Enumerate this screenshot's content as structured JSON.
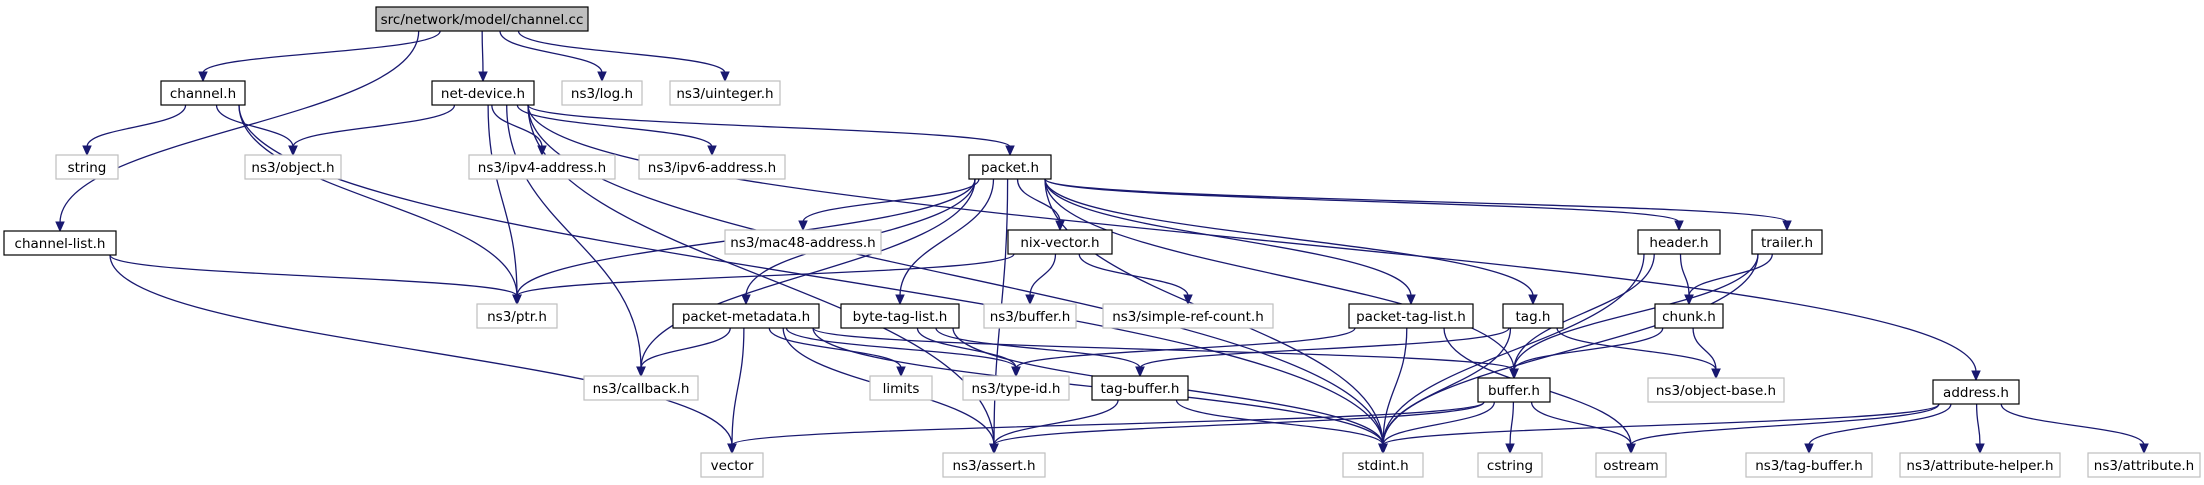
{
  "graph": {
    "nodes": [
      {
        "id": "root",
        "label": "src/network/model/channel.cc",
        "kind": "root"
      },
      {
        "id": "channel_h",
        "label": "channel.h",
        "kind": "internal"
      },
      {
        "id": "net_device_h",
        "label": "net-device.h",
        "kind": "internal"
      },
      {
        "id": "log_h",
        "label": "ns3/log.h",
        "kind": "external"
      },
      {
        "id": "uinteger_h",
        "label": "ns3/uinteger.h",
        "kind": "external"
      },
      {
        "id": "channel_list_h",
        "label": "channel-list.h",
        "kind": "internal"
      },
      {
        "id": "string",
        "label": "string",
        "kind": "external"
      },
      {
        "id": "object_h",
        "label": "ns3/object.h",
        "kind": "external"
      },
      {
        "id": "ipv4_address_h",
        "label": "ns3/ipv4-address.h",
        "kind": "external"
      },
      {
        "id": "ipv6_address_h",
        "label": "ns3/ipv6-address.h",
        "kind": "external"
      },
      {
        "id": "packet_h",
        "label": "packet.h",
        "kind": "internal"
      },
      {
        "id": "mac48_address_h",
        "label": "ns3/mac48-address.h",
        "kind": "external"
      },
      {
        "id": "nix_vector_h",
        "label": "nix-vector.h",
        "kind": "internal"
      },
      {
        "id": "header_h",
        "label": "header.h",
        "kind": "internal"
      },
      {
        "id": "trailer_h",
        "label": "trailer.h",
        "kind": "internal"
      },
      {
        "id": "ptr_h",
        "label": "ns3/ptr.h",
        "kind": "external"
      },
      {
        "id": "packet_metadata_h",
        "label": "packet-metadata.h",
        "kind": "internal"
      },
      {
        "id": "byte_tag_list_h",
        "label": "byte-tag-list.h",
        "kind": "internal"
      },
      {
        "id": "buffer_ns3_h",
        "label": "ns3/buffer.h",
        "kind": "external"
      },
      {
        "id": "simple_ref_count_h",
        "label": "ns3/simple-ref-count.h",
        "kind": "external"
      },
      {
        "id": "packet_tag_list_h",
        "label": "packet-tag-list.h",
        "kind": "internal"
      },
      {
        "id": "tag_h",
        "label": "tag.h",
        "kind": "internal"
      },
      {
        "id": "chunk_h",
        "label": "chunk.h",
        "kind": "internal"
      },
      {
        "id": "address_h",
        "label": "address.h",
        "kind": "internal"
      },
      {
        "id": "callback_h",
        "label": "ns3/callback.h",
        "kind": "external"
      },
      {
        "id": "limits",
        "label": "limits",
        "kind": "external"
      },
      {
        "id": "type_id_h",
        "label": "ns3/type-id.h",
        "kind": "external"
      },
      {
        "id": "tag_buffer_h",
        "label": "tag-buffer.h",
        "kind": "internal"
      },
      {
        "id": "buffer_h",
        "label": "buffer.h",
        "kind": "internal"
      },
      {
        "id": "object_base_h",
        "label": "ns3/object-base.h",
        "kind": "external"
      },
      {
        "id": "vector",
        "label": "vector",
        "kind": "external"
      },
      {
        "id": "assert_h",
        "label": "ns3/assert.h",
        "kind": "external"
      },
      {
        "id": "stdint_h",
        "label": "stdint.h",
        "kind": "external"
      },
      {
        "id": "cstring",
        "label": "cstring",
        "kind": "external"
      },
      {
        "id": "ostream",
        "label": "ostream",
        "kind": "external"
      },
      {
        "id": "tag_buffer_ns3_h",
        "label": "ns3/tag-buffer.h",
        "kind": "external"
      },
      {
        "id": "attribute_helper_h",
        "label": "ns3/attribute-helper.h",
        "kind": "external"
      },
      {
        "id": "attribute_h",
        "label": "ns3/attribute.h",
        "kind": "external"
      }
    ],
    "edges": [
      [
        "root",
        "channel_h"
      ],
      [
        "root",
        "net_device_h"
      ],
      [
        "root",
        "log_h"
      ],
      [
        "root",
        "uinteger_h"
      ],
      [
        "root",
        "channel_list_h"
      ],
      [
        "channel_h",
        "string"
      ],
      [
        "channel_h",
        "object_h"
      ],
      [
        "channel_h",
        "ptr_h"
      ],
      [
        "channel_h",
        "stdint_h"
      ],
      [
        "net_device_h",
        "object_h"
      ],
      [
        "net_device_h",
        "ipv4_address_h"
      ],
      [
        "net_device_h",
        "ipv6_address_h"
      ],
      [
        "net_device_h",
        "packet_h"
      ],
      [
        "net_device_h",
        "address_h"
      ],
      [
        "net_device_h",
        "ptr_h"
      ],
      [
        "net_device_h",
        "callback_h"
      ],
      [
        "net_device_h",
        "assert_h"
      ],
      [
        "net_device_h",
        "stdint_h"
      ],
      [
        "channel_list_h",
        "ptr_h"
      ],
      [
        "channel_list_h",
        "vector"
      ],
      [
        "packet_h",
        "mac48_address_h"
      ],
      [
        "packet_h",
        "nix_vector_h"
      ],
      [
        "packet_h",
        "header_h"
      ],
      [
        "packet_h",
        "trailer_h"
      ],
      [
        "packet_h",
        "ptr_h"
      ],
      [
        "packet_h",
        "packet_metadata_h"
      ],
      [
        "packet_h",
        "byte_tag_list_h"
      ],
      [
        "packet_h",
        "packet_tag_list_h"
      ],
      [
        "packet_h",
        "tag_h"
      ],
      [
        "packet_h",
        "buffer_h"
      ],
      [
        "packet_h",
        "callback_h"
      ],
      [
        "packet_h",
        "assert_h"
      ],
      [
        "packet_h",
        "stdint_h"
      ],
      [
        "nix_vector_h",
        "ptr_h"
      ],
      [
        "nix_vector_h",
        "buffer_ns3_h"
      ],
      [
        "nix_vector_h",
        "simple_ref_count_h"
      ],
      [
        "header_h",
        "chunk_h"
      ],
      [
        "header_h",
        "buffer_h"
      ],
      [
        "header_h",
        "stdint_h"
      ],
      [
        "trailer_h",
        "chunk_h"
      ],
      [
        "trailer_h",
        "buffer_h"
      ],
      [
        "trailer_h",
        "stdint_h"
      ],
      [
        "chunk_h",
        "buffer_h"
      ],
      [
        "chunk_h",
        "object_base_h"
      ],
      [
        "packet_metadata_h",
        "callback_h"
      ],
      [
        "packet_metadata_h",
        "limits"
      ],
      [
        "packet_metadata_h",
        "type_id_h"
      ],
      [
        "packet_metadata_h",
        "vector"
      ],
      [
        "packet_metadata_h",
        "assert_h"
      ],
      [
        "packet_metadata_h",
        "stdint_h"
      ],
      [
        "packet_metadata_h",
        "buffer_h"
      ],
      [
        "byte_tag_list_h",
        "type_id_h"
      ],
      [
        "byte_tag_list_h",
        "tag_buffer_h"
      ],
      [
        "byte_tag_list_h",
        "stdint_h"
      ],
      [
        "packet_tag_list_h",
        "type_id_h"
      ],
      [
        "packet_tag_list_h",
        "stdint_h"
      ],
      [
        "packet_tag_list_h",
        "ostream"
      ],
      [
        "tag_h",
        "tag_buffer_h"
      ],
      [
        "tag_h",
        "object_base_h"
      ],
      [
        "tag_h",
        "stdint_h"
      ],
      [
        "tag_buffer_h",
        "assert_h"
      ],
      [
        "tag_buffer_h",
        "stdint_h"
      ],
      [
        "buffer_h",
        "vector"
      ],
      [
        "buffer_h",
        "assert_h"
      ],
      [
        "buffer_h",
        "stdint_h"
      ],
      [
        "buffer_h",
        "cstring"
      ],
      [
        "buffer_h",
        "ostream"
      ],
      [
        "address_h",
        "stdint_h"
      ],
      [
        "address_h",
        "ostream"
      ],
      [
        "address_h",
        "tag_buffer_ns3_h"
      ],
      [
        "address_h",
        "attribute_helper_h"
      ],
      [
        "address_h",
        "attribute_h"
      ]
    ]
  }
}
